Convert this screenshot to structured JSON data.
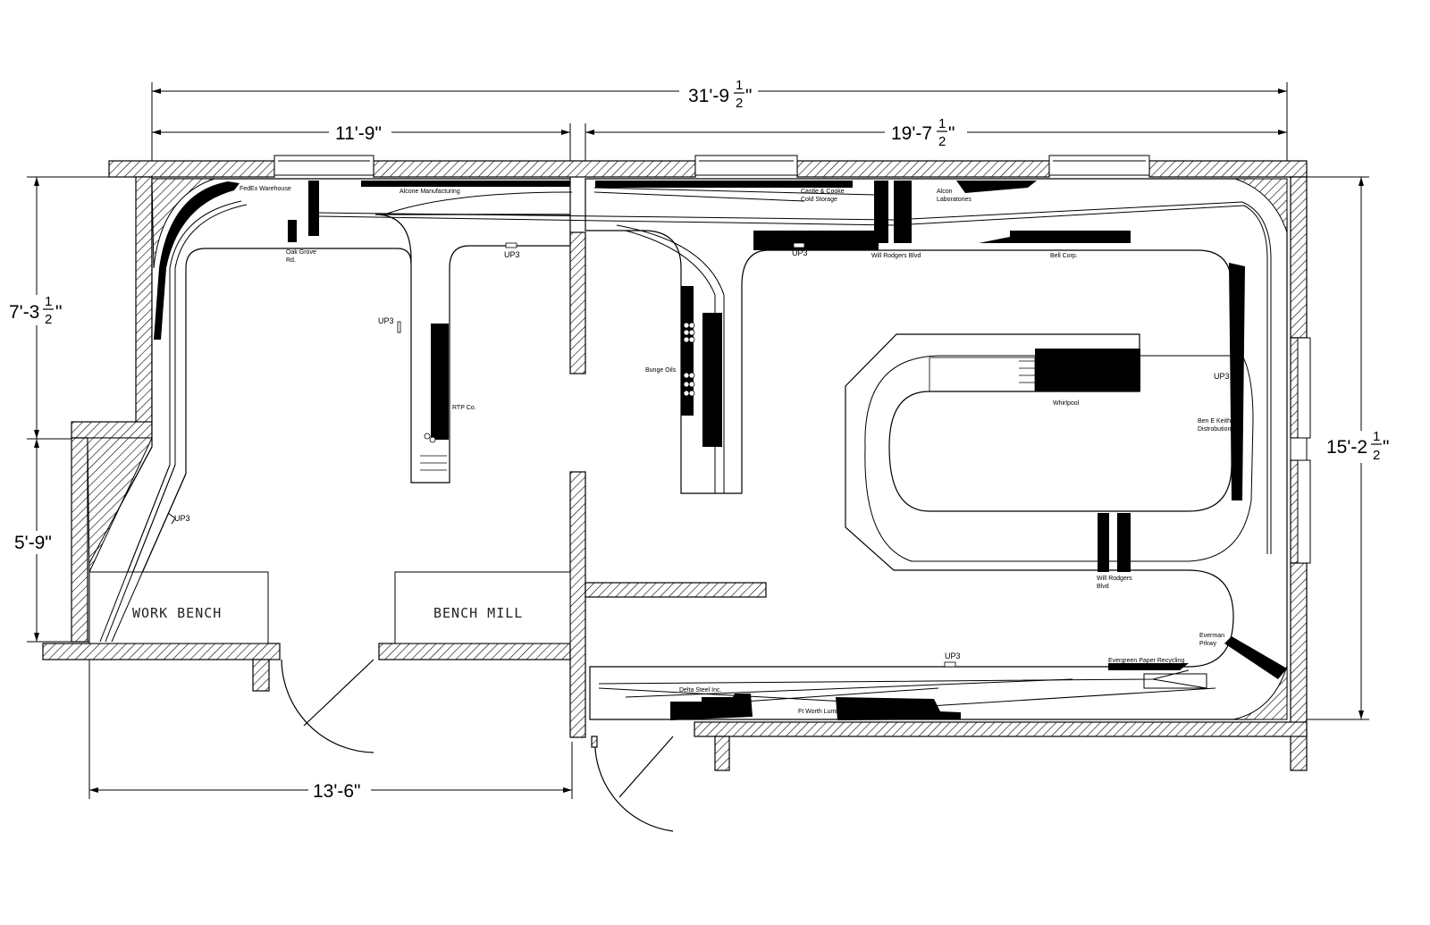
{
  "dimensions": {
    "overall_width": {
      "main": "31'-9",
      "num": "1",
      "den": "2",
      "suffix": "\""
    },
    "left_width": {
      "text": "11'-9\""
    },
    "right_width": {
      "main": "19'-7",
      "num": "1",
      "den": "2",
      "suffix": "\""
    },
    "upper_height": {
      "main": "7'-3",
      "num": "1",
      "den": "2",
      "suffix": "\""
    },
    "lower_height": {
      "text": "5'-9\""
    },
    "right_height": {
      "main": "15'-2",
      "num": "1",
      "den": "2",
      "suffix": "\""
    },
    "bottom_width": {
      "text": "13'-6\""
    }
  },
  "benches": {
    "work_bench": "WORK BENCH",
    "bench_mill": "BENCH MILL"
  },
  "industries": {
    "fedex": "FedEx Warehouse",
    "alcone_mfg": "Alcone Manufacturing",
    "castle_cooke_1": "Castle & Cooke",
    "castle_cooke_2": "Cold Storage",
    "alcon_1": "Alcon",
    "alcon_2": "Laboratories",
    "oak_grove_1": "Oak Grove",
    "oak_grove_2": "Rd.",
    "will_rodgers_top": "Will Rodgers Blvd",
    "bell": "Bell Corp.",
    "bunge": "Bunge Oils",
    "rtp": "RTP Co.",
    "whirlpool": "Whirlpool",
    "ben_keith_1": "Ben E Keith",
    "ben_keith_2": "Distrobution",
    "will_rodgers_mid_1": "Will Rodgers",
    "will_rodgers_mid_2": "Blvd",
    "everman_1": "Everman",
    "everman_2": "Prkwy",
    "evergreen": "Evergreen Paper Recycling",
    "delta": "Delta Steel Inc.",
    "ft_worth": "Ft Worth Lumber"
  },
  "up3_label": "UP3"
}
